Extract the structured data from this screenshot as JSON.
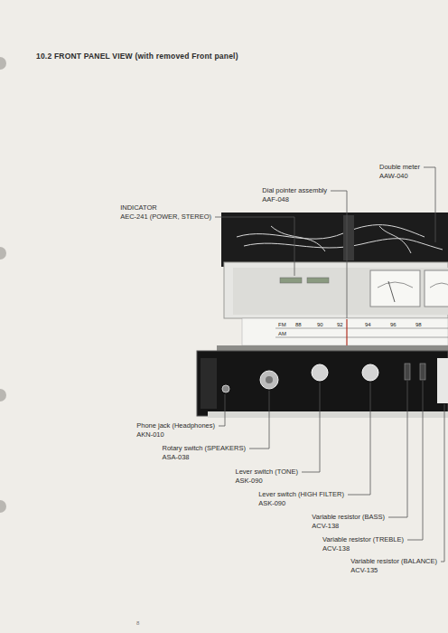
{
  "diagram": {
    "title": "10.2 FRONT PANEL VIEW (with removed Front panel)",
    "labels": [
      "Double meter",
      "AAW-040",
      "Dial pointer assembly",
      "AAF-048",
      "INDICATOR",
      "AEC-241 (POWER, STEREO)",
      "FM",
      "AM",
      "88",
      "90",
      "92",
      "94",
      "96",
      "98",
      "Phone jack (Headphones)",
      "AKN-010",
      "Rotary switch (SPEAKERS)",
      "ASA-038",
      "Lever switch (TONE)",
      "ASK-090",
      "Lever switch (HIGH FILTER)",
      "ASK-090",
      "Variable resistor (BASS)",
      "ACV-138",
      "Variable resistor (TREBLE)",
      "ACV-138",
      "Variable resistor (BALANCE)",
      "ACV-135",
      "8"
    ]
  }
}
